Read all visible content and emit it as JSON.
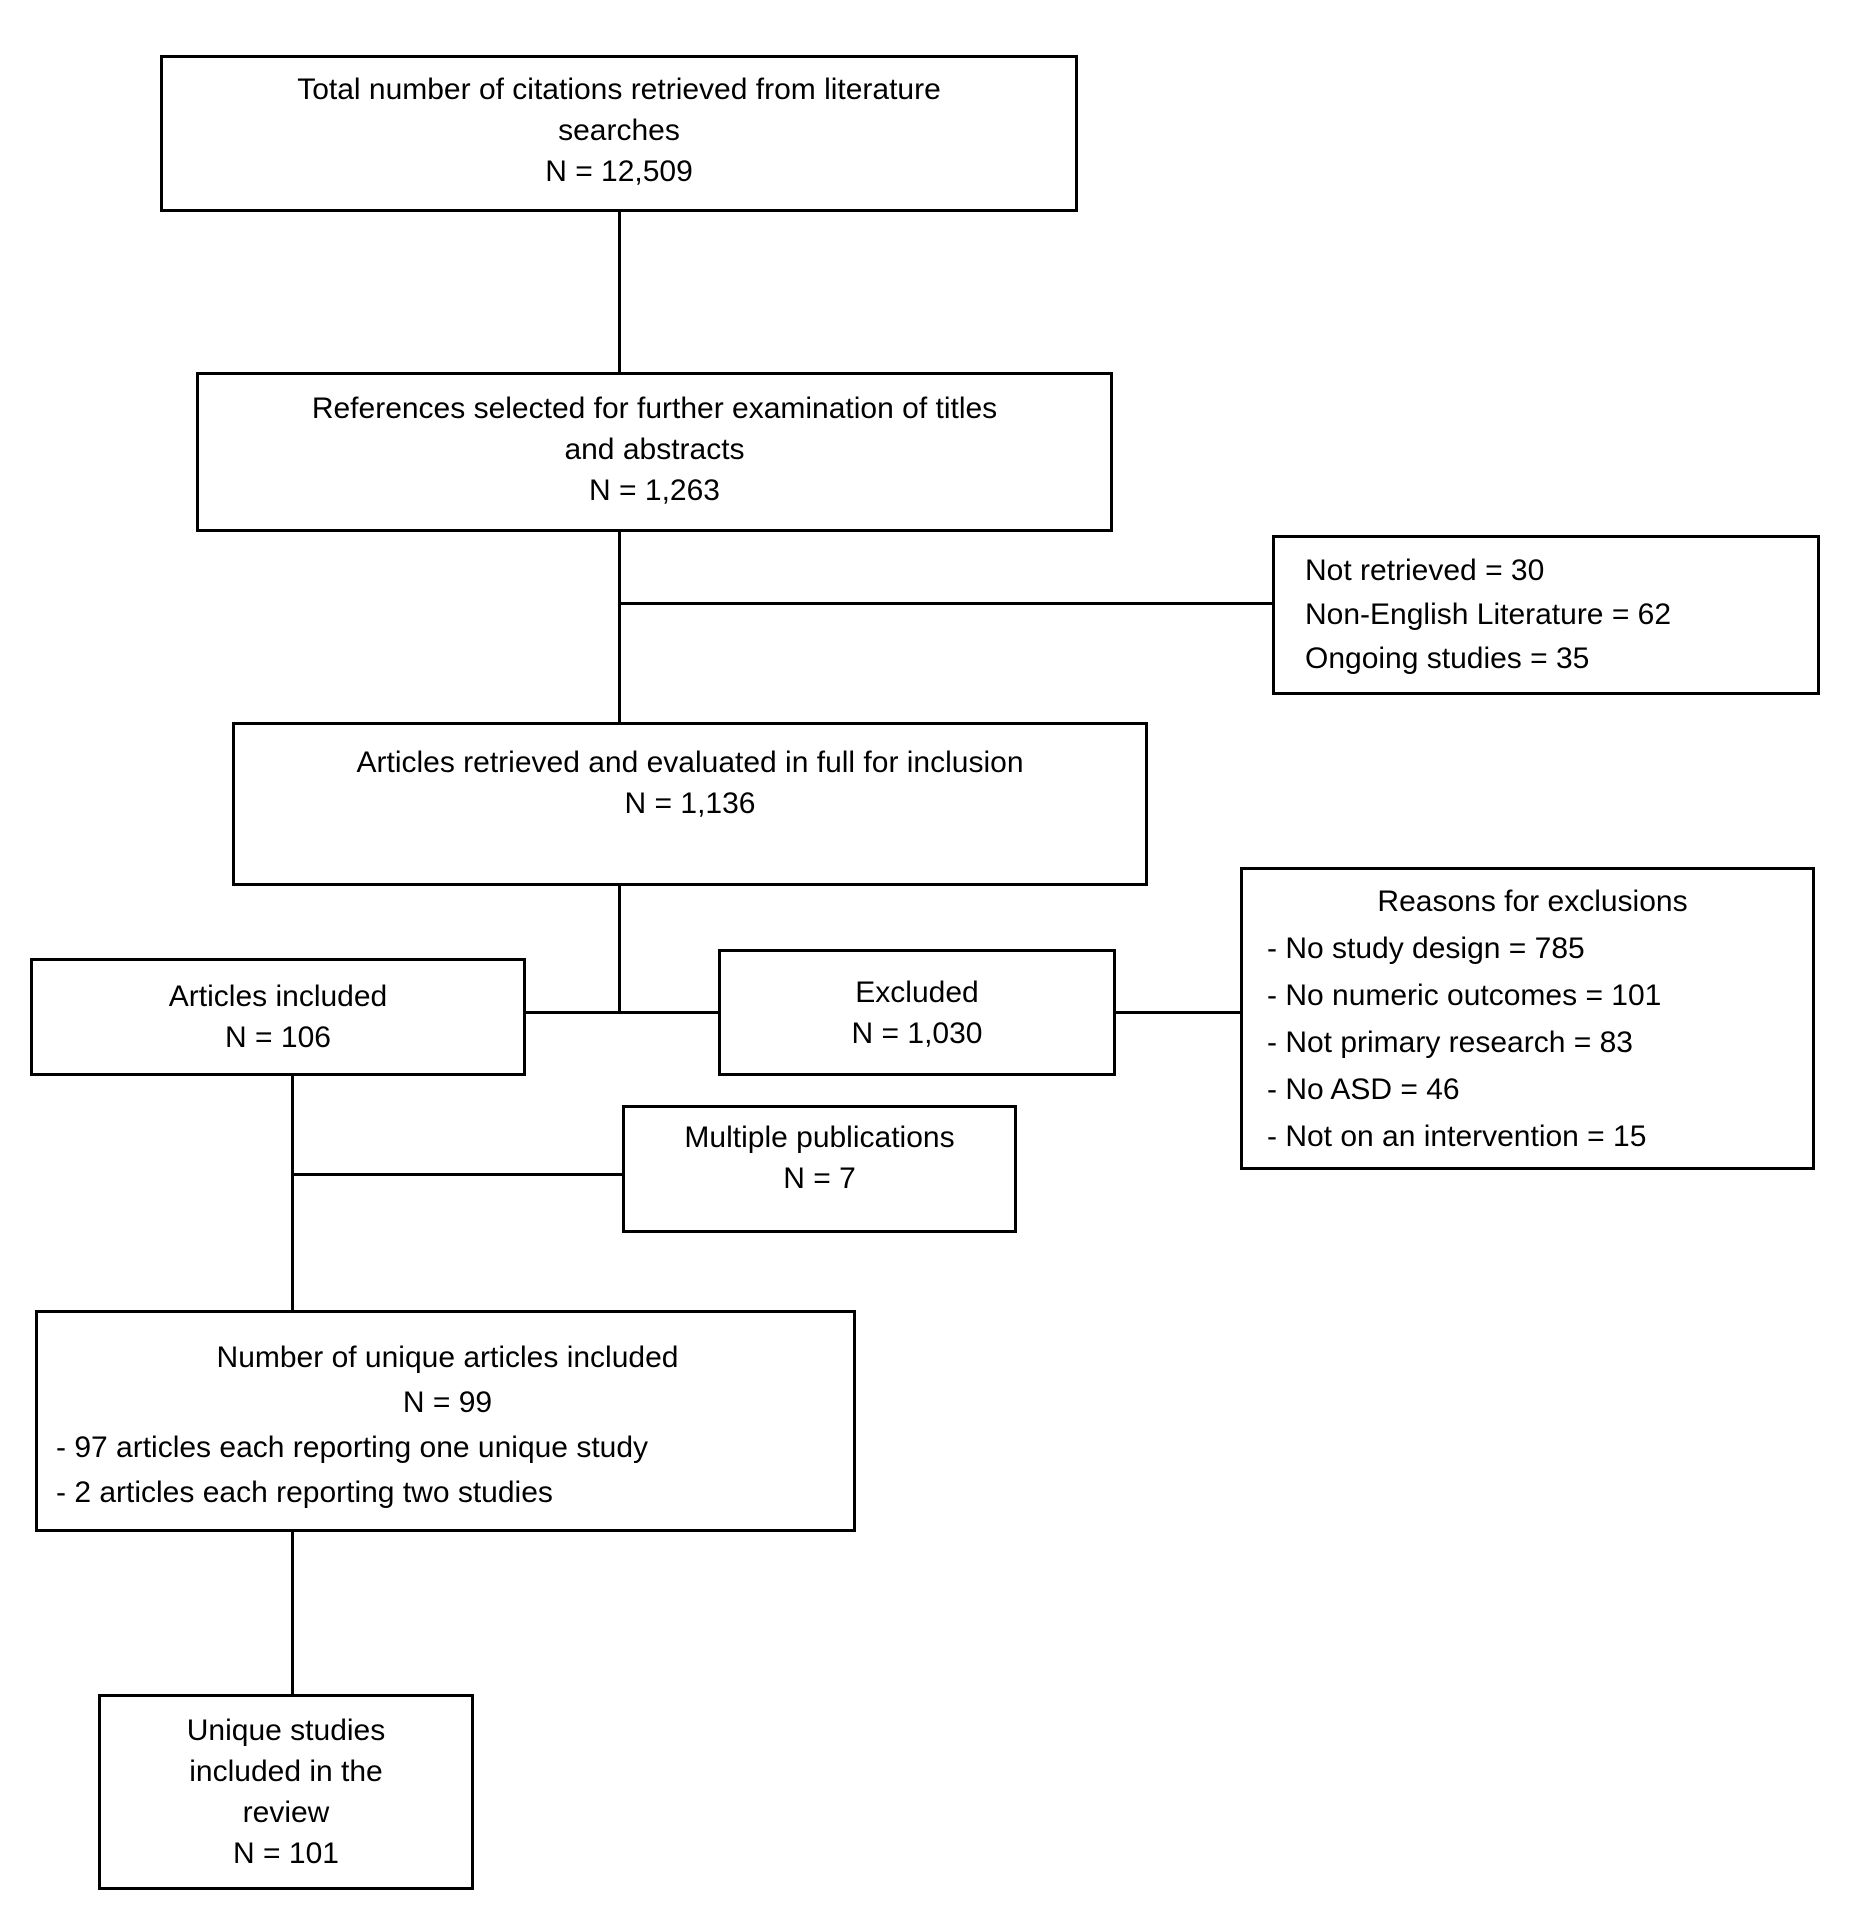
{
  "colors": {
    "background": "#ffffff",
    "stroke": "#000000",
    "text": "#000000"
  },
  "nodes": {
    "total": {
      "title": "Total number of citations retrieved from literature\nsearches",
      "count": "N = 12,509"
    },
    "selected": {
      "title": "References selected for further examination of titles\nand abstracts",
      "count": "N = 1,263"
    },
    "not_retrieved": {
      "lines": "Not retrieved = 30\nNon-English Literature = 62\nOngoing studies = 35"
    },
    "evaluated": {
      "title": "Articles retrieved and evaluated in full for inclusion",
      "count": "N = 1,136"
    },
    "included": {
      "title": "Articles included",
      "count": "N = 106"
    },
    "excluded": {
      "title": "Excluded",
      "count": "N = 1,030"
    },
    "reasons": {
      "title": "Reasons for exclusions",
      "items": "- No study design = 785\n- No numeric outcomes = 101\n- Not primary research = 83\n- No ASD = 46\n- Not on an intervention = 15"
    },
    "multiple": {
      "title": "Multiple publications",
      "count": "N = 7"
    },
    "unique_articles": {
      "title": "Number of unique articles included",
      "count": "N = 99",
      "items": "- 97 articles each reporting one unique study\n- 2 articles each reporting two studies"
    },
    "unique_studies": {
      "title": "Unique studies\nincluded in the\nreview",
      "count": "N = 101"
    }
  }
}
